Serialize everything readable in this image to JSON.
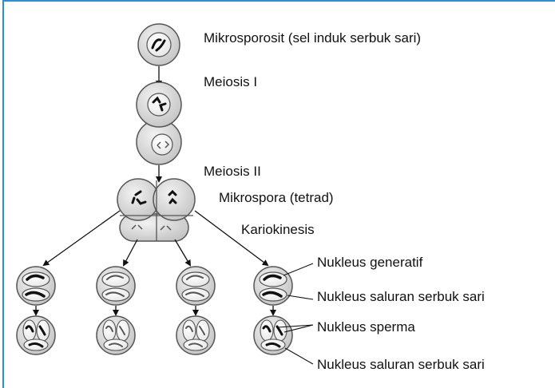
{
  "labels": {
    "mikrosporosit": "Mikrosporosit (sel induk serbuk sari)",
    "meiosis1": "Meiosis I",
    "meiosis2": "Meiosis II",
    "mikrospora": "Mikrospora (tetrad)",
    "kariokinesis": "Kariokinesis",
    "nukleus_generatif": "Nukleus generatif",
    "nukleus_saluran_1": "Nukleus saluran serbuk sari",
    "nukleus_sperma": "Nukleus sperma",
    "nukleus_saluran_2": "Nukleus saluran serbuk sari"
  },
  "colors": {
    "border": "#2a8fd6",
    "cell_fill": "#d2d2d2",
    "cell_stroke": "#444444",
    "ink": "#111111"
  }
}
